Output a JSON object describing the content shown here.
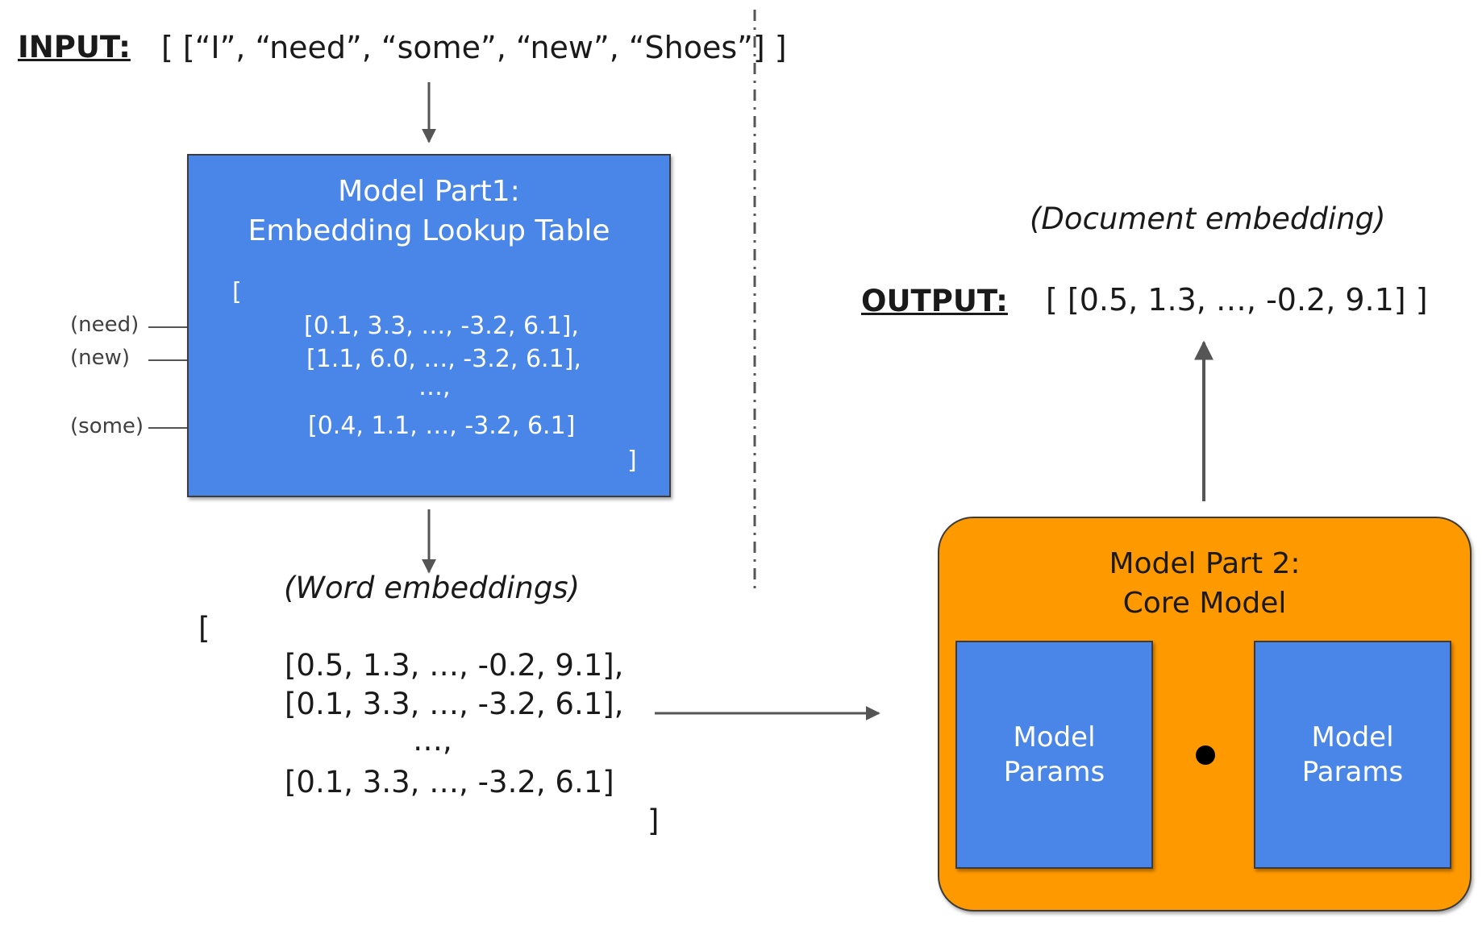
{
  "input": {
    "label": "INPUT:",
    "value": "[ [“I”, “need”, “some”, “new”, “Shoes”] ]"
  },
  "model_part1": {
    "title_line1": "Model Part1:",
    "title_line2": "Embedding Lookup Table",
    "open_bracket": "[",
    "rows": [
      "[0.1, 3.3,  …, -3.2, 6.1],",
      "[1.1, 6.0,  …, -3.2, 6.1],",
      "…,",
      "[0.4, 1.1,  …, -3.2, 6.1]"
    ],
    "close_bracket": "]"
  },
  "lookup_labels": [
    "(need)",
    "(new)",
    "(some)"
  ],
  "word_embeddings": {
    "caption": "(Word embeddings)",
    "open_bracket": "[",
    "rows": [
      "[0.5, 1.3, …, -0.2, 9.1],",
      "[0.1, 3.3, …, -3.2, 6.1],",
      "…,",
      "[0.1, 3.3, …, -3.2, 6.1]"
    ],
    "close_bracket": "]"
  },
  "model_part2": {
    "title_line1": "Model Part 2:",
    "title_line2": "Core Model",
    "params": [
      {
        "line1": "Model",
        "line2": "Params"
      },
      {
        "line1": "Model",
        "line2": "Params"
      }
    ],
    "operator_icon": "dot-product-icon"
  },
  "output": {
    "caption": "(Document embedding)",
    "label": "OUTPUT:",
    "value": "[ [0.5, 1.3, …, -0.2, 9.1] ]"
  },
  "colors": {
    "blue_box": "#4a86e8",
    "orange_box": "#ff9900",
    "arrow": "#555555"
  }
}
